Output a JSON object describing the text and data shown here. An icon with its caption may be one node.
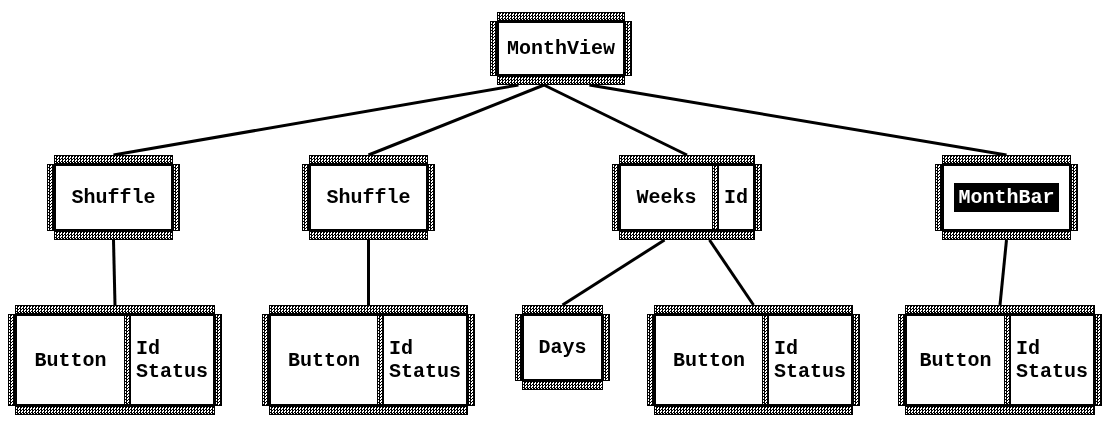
{
  "diagram": {
    "nodes": [
      {
        "text": [
          "MonthView"
        ]
      },
      {
        "text": [
          "Shuffle"
        ]
      },
      {
        "text": [
          "Shuffle"
        ]
      },
      {
        "text": [
          "Weeks",
          "Id"
        ]
      },
      {
        "text": [
          "MonthBar"
        ]
      },
      {
        "text": [
          "Button",
          "Id Status"
        ]
      },
      {
        "text": [
          "Button",
          "Id Status"
        ]
      },
      {
        "text": [
          "Days"
        ]
      },
      {
        "text": [
          "Button",
          "Id Status"
        ]
      },
      {
        "text": [
          "Button",
          "Id Status"
        ]
      }
    ],
    "edges": [
      {
        "from": 0,
        "to": 1,
        "arrow": "none"
      },
      {
        "from": 0,
        "to": 2,
        "arrow": "none"
      },
      {
        "from": 0,
        "to": 3,
        "arrow": "none"
      },
      {
        "from": 0,
        "to": 4,
        "arrow": "none"
      },
      {
        "from": 1,
        "to": 5,
        "arrow": "none"
      },
      {
        "from": 2,
        "to": 6,
        "arrow": "none"
      },
      {
        "from": 3,
        "to": 7,
        "arrow": "none"
      },
      {
        "from": 3,
        "to": 8,
        "arrow": "none"
      },
      {
        "from": 4,
        "to": 9,
        "arrow": "none"
      }
    ]
  }
}
